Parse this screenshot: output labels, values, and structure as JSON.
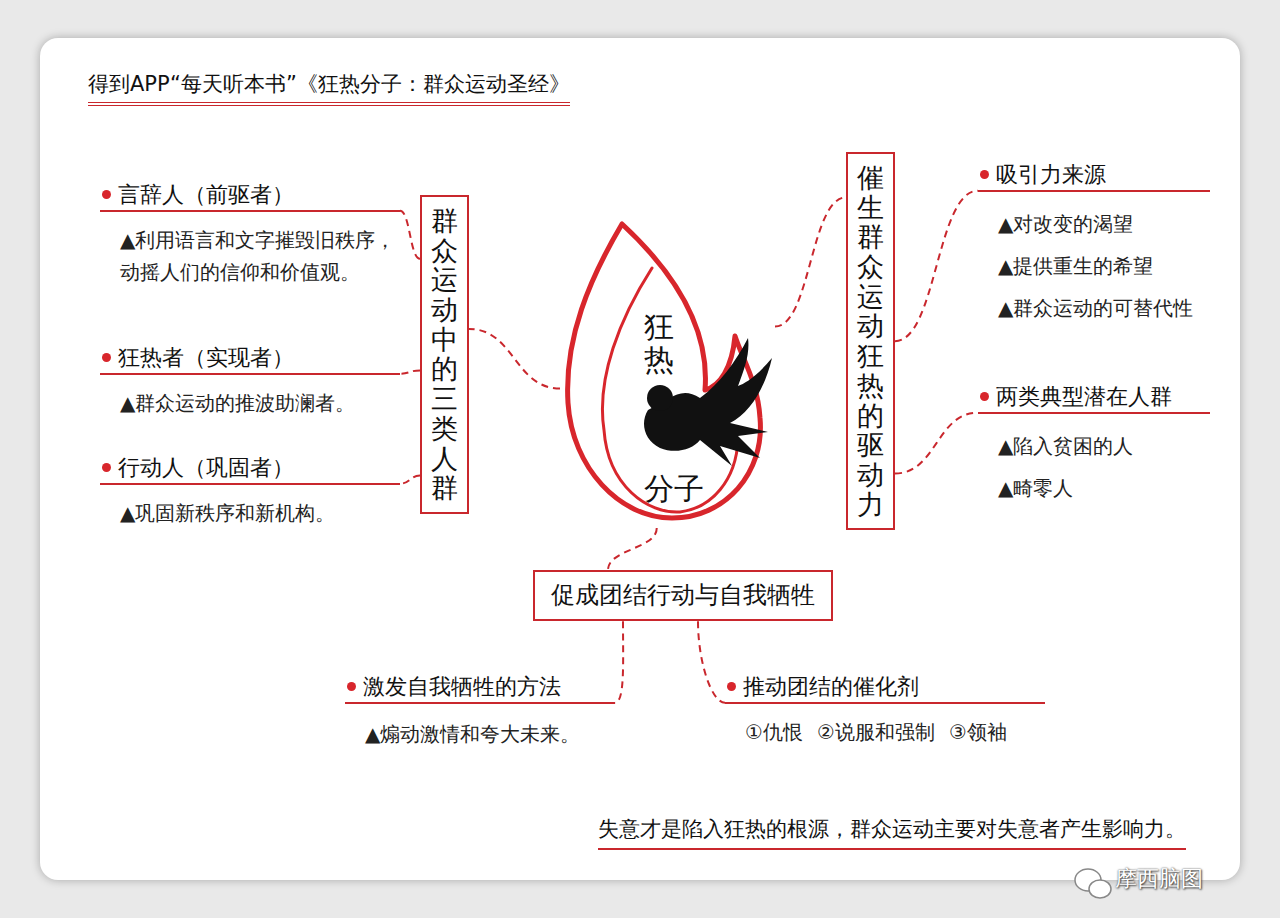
{
  "diagram": {
    "title": "得到APP“每天听本书”《狂热分子：群众运动圣经》",
    "nodes": [
      {
        "text": [
          "狂热",
          "分子"
        ]
      },
      {
        "text": [
          "群众运动中的三类人群"
        ]
      },
      {
        "text": [
          "言辞人（前驱者）",
          "▲利用语言和文字摧毁旧秩序，动摇人们的信仰和价值观。"
        ]
      },
      {
        "text": [
          "狂热者（实现者）",
          "▲群众运动的推波助澜者。"
        ]
      },
      {
        "text": [
          "行动人（巩固者）",
          "▲巩固新秩序和新机构。"
        ]
      },
      {
        "text": [
          "催生群众运动狂热的驱动力"
        ]
      },
      {
        "text": [
          "吸引力来源",
          "▲对改变的渴望",
          "▲提供重生的希望",
          "▲群众运动的可替代性"
        ]
      },
      {
        "text": [
          "两类典型潜在人群",
          "▲陷入贫困的人",
          "▲畸零人"
        ]
      },
      {
        "text": [
          "促成团结行动与自我牺牲"
        ]
      },
      {
        "text": [
          "激发自我牺牲的方法",
          "▲煽动激情和夸大未来。"
        ]
      },
      {
        "text": [
          "推动团结的催化剂",
          "①仇恨",
          "②说服和强制",
          "③领袖"
        ]
      }
    ],
    "edges": [
      {
        "from": 0,
        "to": 1,
        "arrow": "none"
      },
      {
        "from": 1,
        "to": 2,
        "arrow": "none"
      },
      {
        "from": 1,
        "to": 3,
        "arrow": "none"
      },
      {
        "from": 1,
        "to": 4,
        "arrow": "none"
      },
      {
        "from": 0,
        "to": 5,
        "arrow": "none"
      },
      {
        "from": 5,
        "to": 6,
        "arrow": "none"
      },
      {
        "from": 5,
        "to": 7,
        "arrow": "none"
      },
      {
        "from": 0,
        "to": 8,
        "arrow": "none"
      },
      {
        "from": 8,
        "to": 9,
        "arrow": "none"
      },
      {
        "from": 8,
        "to": 10,
        "arrow": "none"
      }
    ],
    "labels": [
      "失意才是陷入狂热的根源，群众运动主要对失意者产生影响力。",
      "摩西脑图"
    ]
  }
}
